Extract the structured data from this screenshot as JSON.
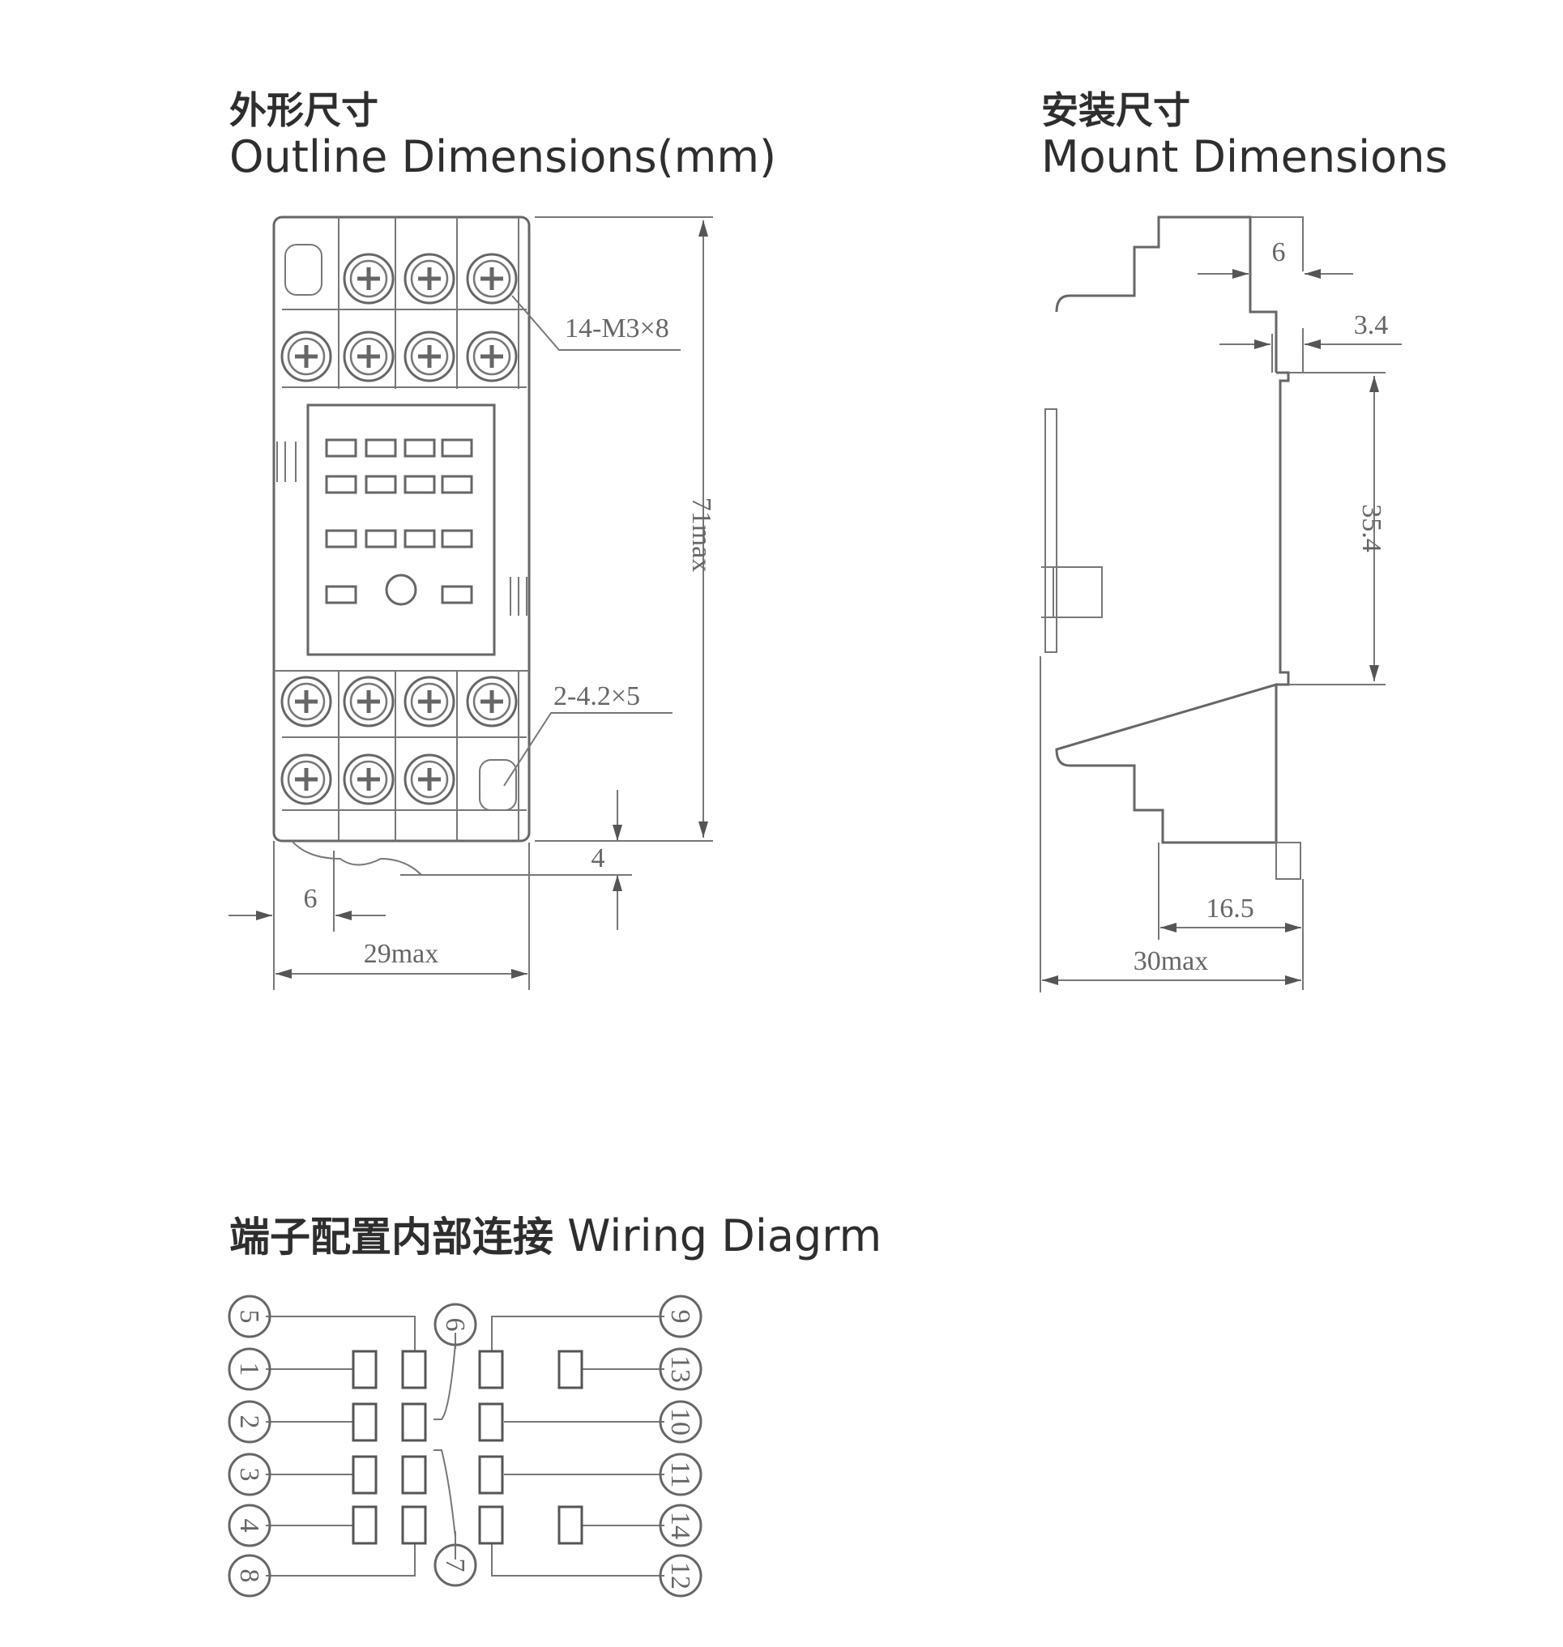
{
  "outline": {
    "title_zh": "外形尺寸",
    "title_en": "Outline Dimensions(mm)",
    "labels": {
      "screws": "14-M3×8",
      "holes": "2-4.2×5",
      "height": "71max",
      "width": "29max",
      "pitch": "6",
      "bottom": "4"
    }
  },
  "mount": {
    "title_zh": "安装尺寸",
    "title_en": "Mount Dimensions",
    "labels": {
      "top_width": "6",
      "gap": "3.4",
      "rail": "35.4",
      "depth_inner": "16.5",
      "depth_total": "30max"
    }
  },
  "wiring": {
    "title_zh": "端子配置内部连接",
    "title_en": "Wiring Diagrm",
    "terminals_left": [
      "5",
      "1",
      "2",
      "3",
      "4",
      "8"
    ],
    "terminals_center": [
      "6",
      "7"
    ],
    "terminals_right": [
      "9",
      "13",
      "10",
      "11",
      "14",
      "12"
    ]
  }
}
